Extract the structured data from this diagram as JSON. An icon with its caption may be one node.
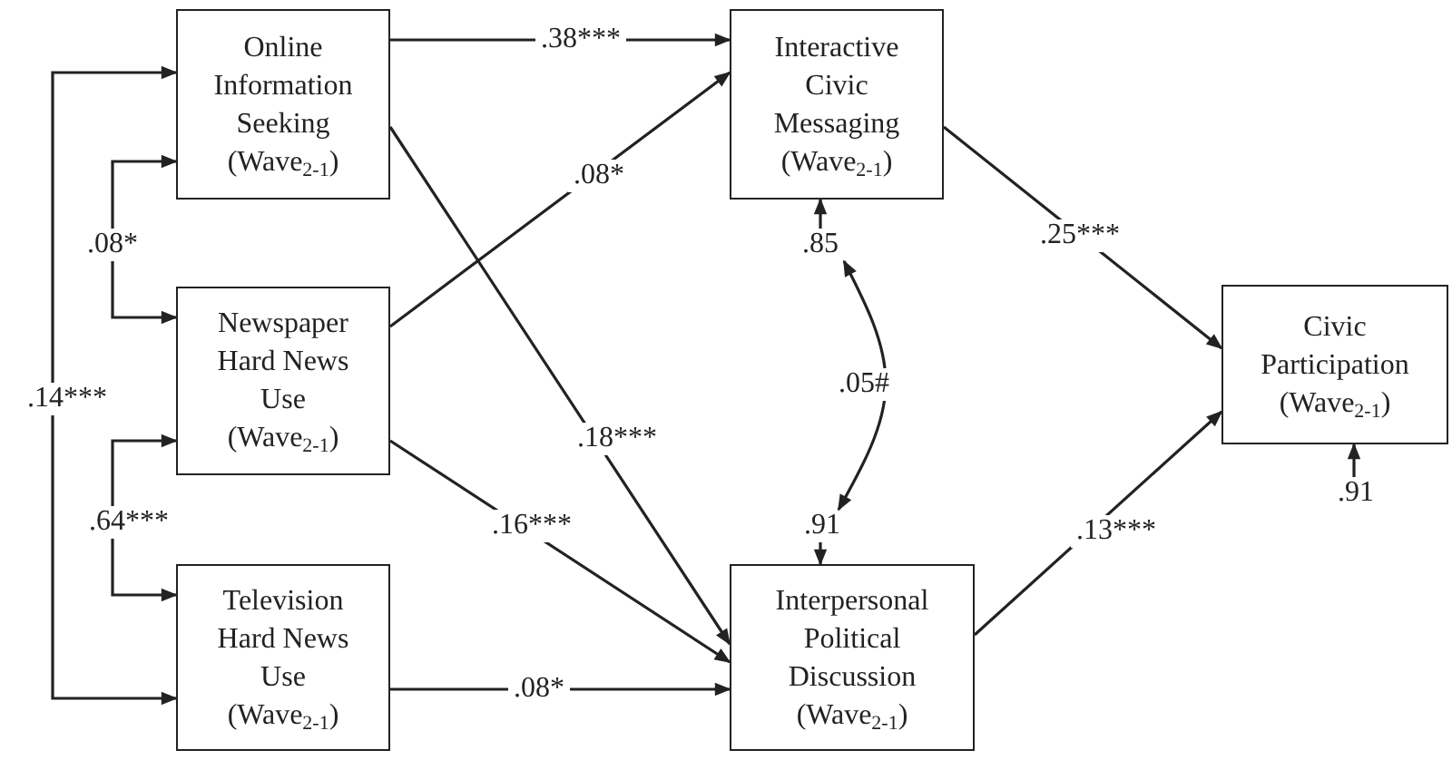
{
  "diagram": {
    "nodes": [
      {
        "text": [
          "Online Information Seeking (Wave$_{2-1}$)"
        ]
      },
      {
        "text": [
          "Newspaper Hard News Use (Wave$_{2-1}$)"
        ]
      },
      {
        "text": [
          "Television Hard News Use (Wave$_{2-1}$)"
        ]
      },
      {
        "text": [
          "Interactive Civic Messaging (Wave$_{2-1}$)"
        ]
      },
      {
        "text": [
          "Interpersonal Political Discussion (Wave$_{2-1}$)"
        ]
      },
      {
        "text": [
          "Civic Participation (Wave$_{2-1}$)"
        ]
      },
      {
        "text": [
          ".85"
        ]
      },
      {
        "text": [
          ".91"
        ]
      },
      {
        "text": [
          ".91"
        ]
      }
    ],
    "edges": [
      {
        "from": 0,
        "to": 1,
        "arrow": "both",
        "label": ".08*"
      },
      {
        "from": 1,
        "to": 2,
        "arrow": "both",
        "label": ".64***"
      },
      {
        "from": 0,
        "to": 2,
        "arrow": "both",
        "label": ".14***"
      },
      {
        "from": 0,
        "to": 3,
        "arrow": "to",
        "label": ".38***"
      },
      {
        "from": 1,
        "to": 3,
        "arrow": "to",
        "label": ".08*"
      },
      {
        "from": 0,
        "to": 4,
        "arrow": "to",
        "label": ".18***"
      },
      {
        "from": 1,
        "to": 4,
        "arrow": "to",
        "label": ".16***"
      },
      {
        "from": 2,
        "to": 4,
        "arrow": "to",
        "label": ".08*"
      },
      {
        "from": 3,
        "to": 5,
        "arrow": "to",
        "label": ".25***"
      },
      {
        "from": 4,
        "to": 5,
        "arrow": "to",
        "label": ".13***"
      },
      {
        "from": 6,
        "to": 3,
        "arrow": "to"
      },
      {
        "from": 7,
        "to": 4,
        "arrow": "to"
      },
      {
        "from": 8,
        "to": 5,
        "arrow": "to"
      },
      {
        "from": 6,
        "to": 7,
        "arrow": "both",
        "label": ".05#"
      }
    ]
  }
}
